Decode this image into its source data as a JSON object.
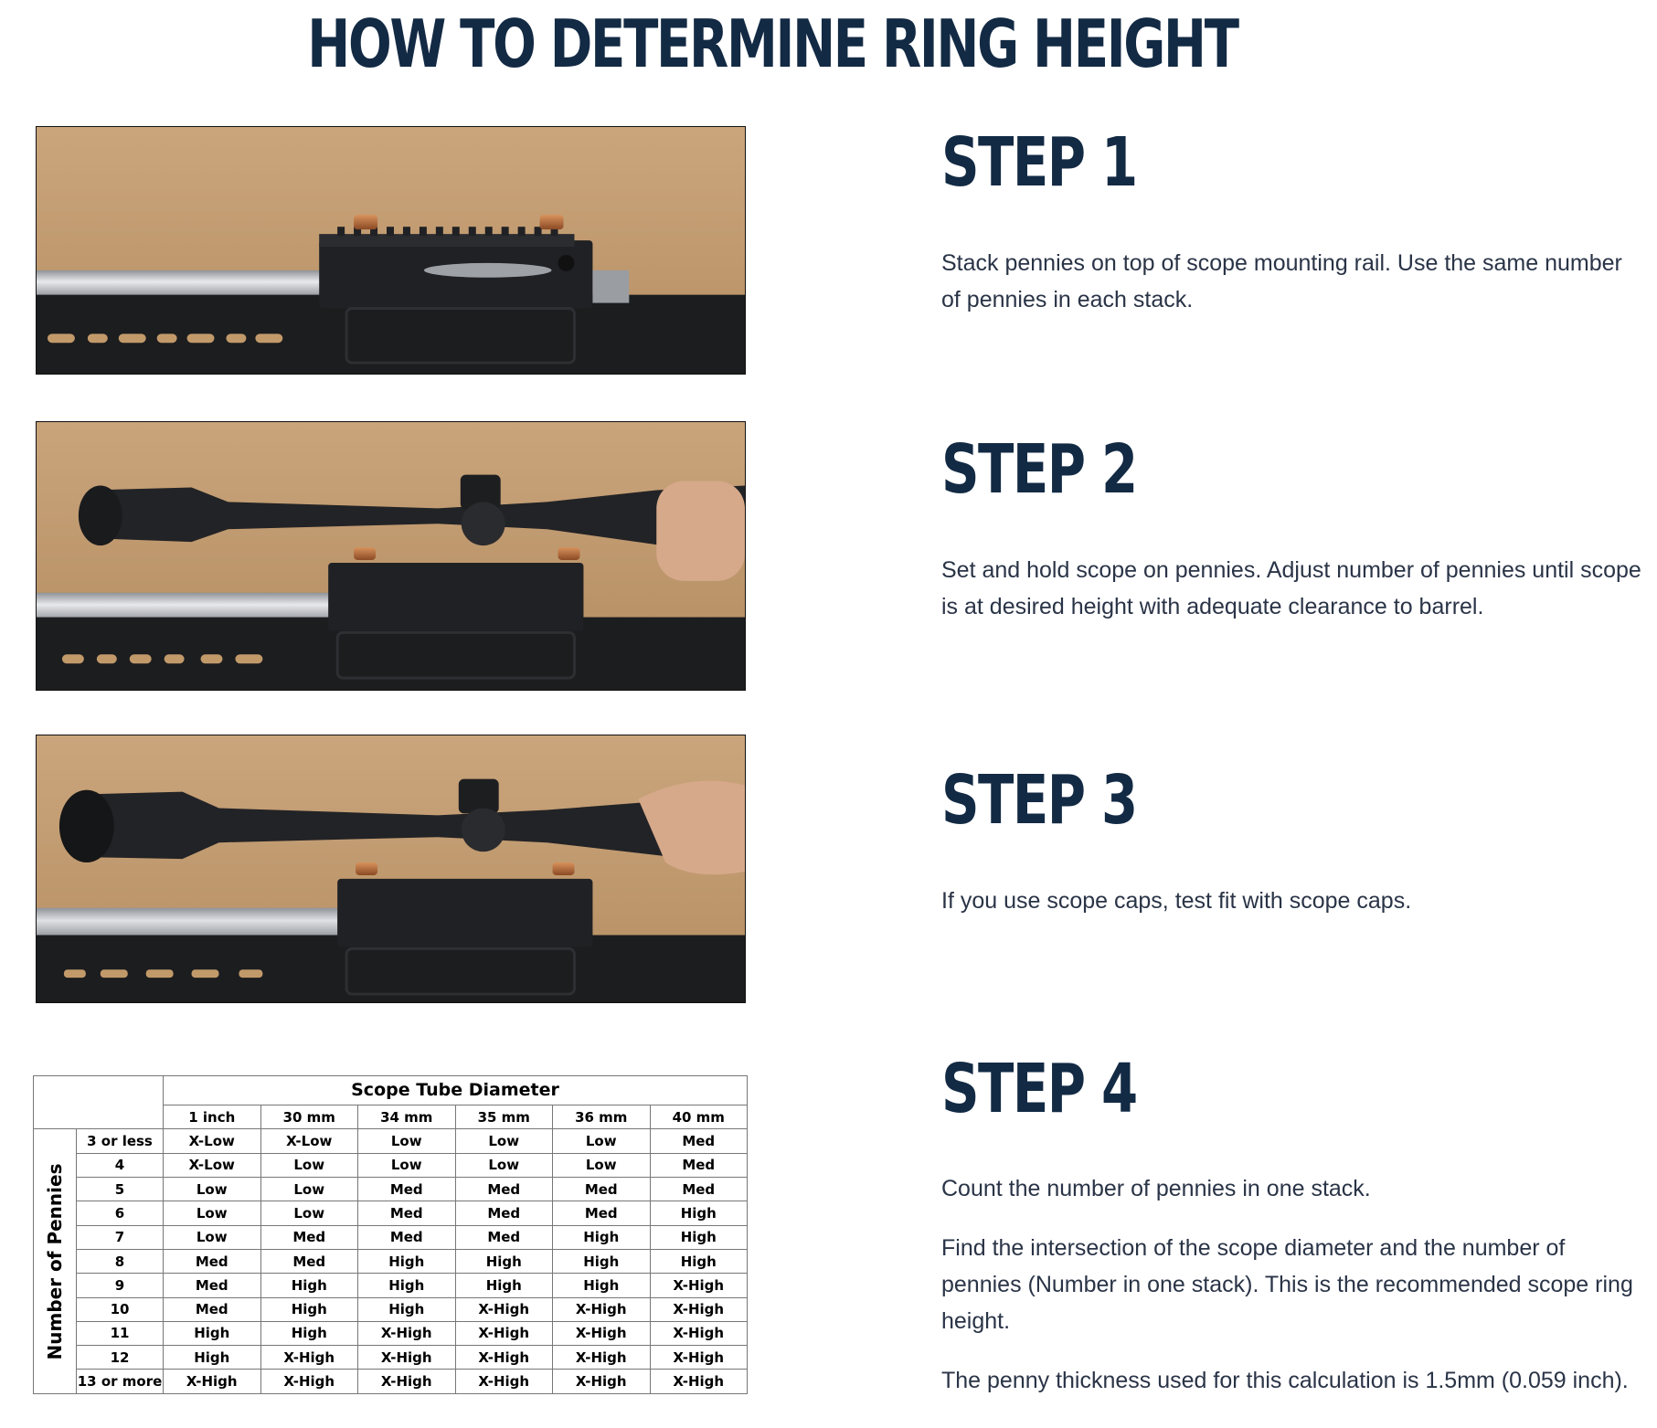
{
  "page": {
    "title": "HOW TO DETERMINE RING HEIGHT"
  },
  "steps": [
    {
      "heading": "STEP 1",
      "paragraphs": [
        "Stack pennies on top of scope mounting rail. Use the same number of pennies in each stack."
      ]
    },
    {
      "heading": "STEP 2",
      "paragraphs": [
        "Set and hold scope on pennies. Adjust number of pennies until scope is at desired height with adequate clearance to barrel."
      ]
    },
    {
      "heading": "STEP 3",
      "paragraphs": [
        "If you use scope caps, test fit with scope caps."
      ]
    },
    {
      "heading": "STEP 4",
      "paragraphs": [
        "Count the number of pennies in one stack.",
        "Find the intersection of the scope diameter and the number of pennies (Number in one stack). This is the recommended scope ring height.",
        "The penny thickness used for this calculation is 1.5mm (0.059 inch)."
      ]
    }
  ],
  "photos": [
    {
      "subject": "rifle action with two penny stacks on rail"
    },
    {
      "subject": "scope held on penny stacks"
    },
    {
      "subject": "scope with caps held on penny stacks"
    }
  ],
  "ring_table": {
    "column_group_title": "Scope Tube Diameter",
    "row_group_title": "Number of Pennies",
    "columns": [
      "1 inch",
      "30 mm",
      "34 mm",
      "35 mm",
      "36 mm",
      "40 mm"
    ],
    "rows": [
      {
        "pennies": "3 or less",
        "values": [
          "X-Low",
          "X-Low",
          "Low",
          "Low",
          "Low",
          "Med"
        ]
      },
      {
        "pennies": "4",
        "values": [
          "X-Low",
          "Low",
          "Low",
          "Low",
          "Low",
          "Med"
        ]
      },
      {
        "pennies": "5",
        "values": [
          "Low",
          "Low",
          "Med",
          "Med",
          "Med",
          "Med"
        ]
      },
      {
        "pennies": "6",
        "values": [
          "Low",
          "Low",
          "Med",
          "Med",
          "Med",
          "High"
        ]
      },
      {
        "pennies": "7",
        "values": [
          "Low",
          "Med",
          "Med",
          "Med",
          "High",
          "High"
        ]
      },
      {
        "pennies": "8",
        "values": [
          "Med",
          "Med",
          "High",
          "High",
          "High",
          "High"
        ]
      },
      {
        "pennies": "9",
        "values": [
          "Med",
          "High",
          "High",
          "High",
          "High",
          "X-High"
        ]
      },
      {
        "pennies": "10",
        "values": [
          "Med",
          "High",
          "High",
          "X-High",
          "X-High",
          "X-High"
        ]
      },
      {
        "pennies": "11",
        "values": [
          "High",
          "High",
          "X-High",
          "X-High",
          "X-High",
          "X-High"
        ]
      },
      {
        "pennies": "12",
        "values": [
          "High",
          "X-High",
          "X-High",
          "X-High",
          "X-High",
          "X-High"
        ]
      },
      {
        "pennies": "13 or more",
        "values": [
          "X-High",
          "X-High",
          "X-High",
          "X-High",
          "X-High",
          "X-High"
        ]
      }
    ]
  },
  "colors": {
    "heading": "#132a44",
    "body_text": "#2a3447",
    "cardboard": "#c39b70",
    "copper": "#b06a3c"
  }
}
